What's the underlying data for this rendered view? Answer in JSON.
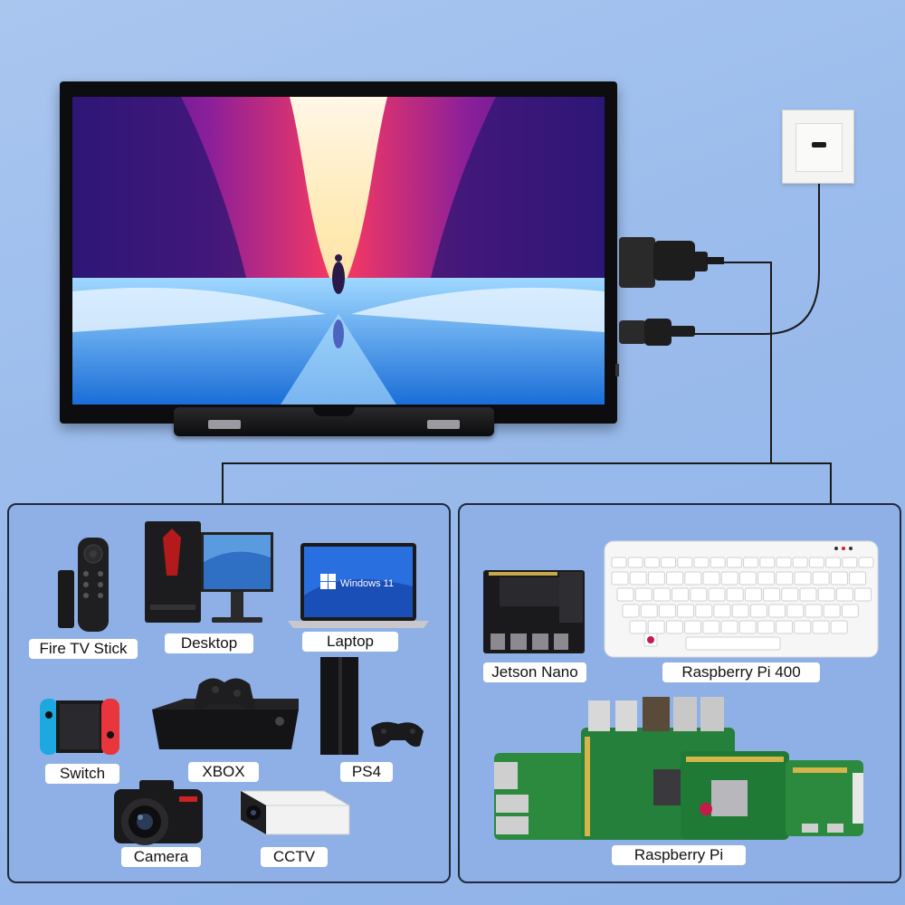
{
  "screen_text": {
    "windows_logo_text": "Windows 11"
  },
  "devices_left": {
    "fire_tv_stick": "Fire TV Stick",
    "desktop": "Desktop",
    "laptop": "Laptop",
    "switch": "Switch",
    "xbox": "XBOX",
    "ps4": "PS4",
    "camera": "Camera",
    "cctv": "CCTV"
  },
  "devices_right": {
    "jetson_nano": "Jetson Nano",
    "raspberry_pi_400": "Raspberry Pi 400",
    "raspberry_pi": "Raspberry Pi"
  },
  "colors": {
    "background": "#9bbcec",
    "panel_border": "#1f2a3a",
    "label_bg": "#ffffff",
    "cable": "#1a1a1a"
  }
}
